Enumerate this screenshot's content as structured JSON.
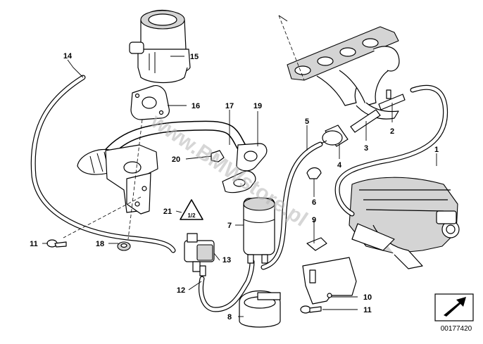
{
  "diagram": {
    "callouts": [
      {
        "id": "1",
        "label": "1"
      },
      {
        "id": "2",
        "label": "2"
      },
      {
        "id": "3",
        "label": "3"
      },
      {
        "id": "4",
        "label": "4"
      },
      {
        "id": "5",
        "label": "5"
      },
      {
        "id": "6",
        "label": "6"
      },
      {
        "id": "7",
        "label": "7"
      },
      {
        "id": "8",
        "label": "8"
      },
      {
        "id": "9",
        "label": "9"
      },
      {
        "id": "10",
        "label": "10"
      },
      {
        "id": "11a",
        "label": "11"
      },
      {
        "id": "11b",
        "label": "11"
      },
      {
        "id": "12",
        "label": "12"
      },
      {
        "id": "13",
        "label": "13"
      },
      {
        "id": "14",
        "label": "14"
      },
      {
        "id": "15",
        "label": "15"
      },
      {
        "id": "16",
        "label": "16"
      },
      {
        "id": "17",
        "label": "17"
      },
      {
        "id": "18",
        "label": "18"
      },
      {
        "id": "19",
        "label": "19"
      },
      {
        "id": "20",
        "label": "20"
      },
      {
        "id": "21",
        "label": "21"
      }
    ],
    "warning_symbol_text": "1/2",
    "watermark": "www.BMWstore.pl",
    "image_number": "00177420"
  }
}
